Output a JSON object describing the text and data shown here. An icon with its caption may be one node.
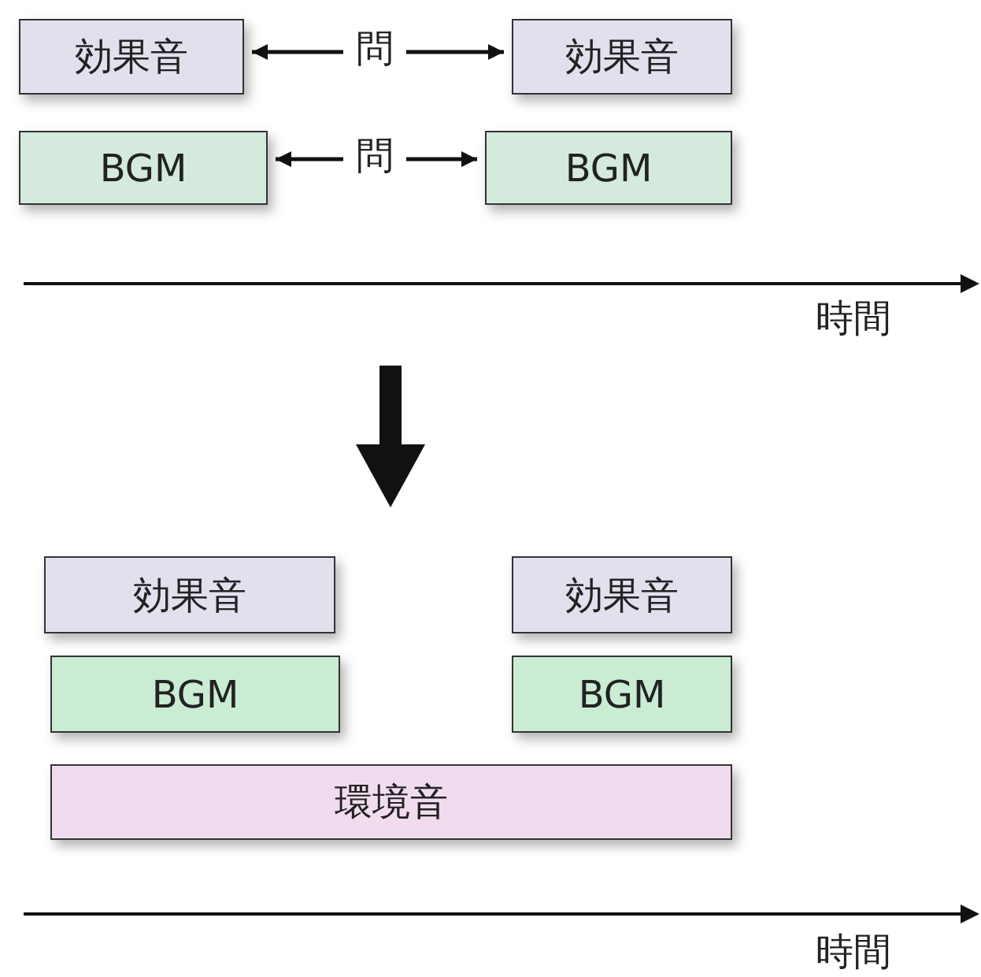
{
  "diagram": {
    "nodes": [
      {
        "text": [
          "効果音"
        ]
      },
      {
        "text": [
          "問"
        ]
      },
      {
        "text": [
          "効果音"
        ]
      },
      {
        "text": [
          "BGM"
        ]
      },
      {
        "text": [
          "問"
        ]
      },
      {
        "text": [
          "BGM"
        ]
      },
      {
        "text": [
          "効果音"
        ]
      },
      {
        "text": [
          "効果音"
        ]
      },
      {
        "text": [
          "BGM"
        ]
      },
      {
        "text": [
          "BGM"
        ]
      },
      {
        "text": [
          "環境音"
        ]
      }
    ],
    "edges": [
      {
        "from": 1,
        "to": 0,
        "arrow": "to"
      },
      {
        "from": 1,
        "to": 2,
        "arrow": "to"
      },
      {
        "from": 4,
        "to": 3,
        "arrow": "to"
      },
      {
        "from": 4,
        "to": 5,
        "arrow": "to"
      }
    ],
    "labels": [
      "時間",
      "時間"
    ]
  }
}
